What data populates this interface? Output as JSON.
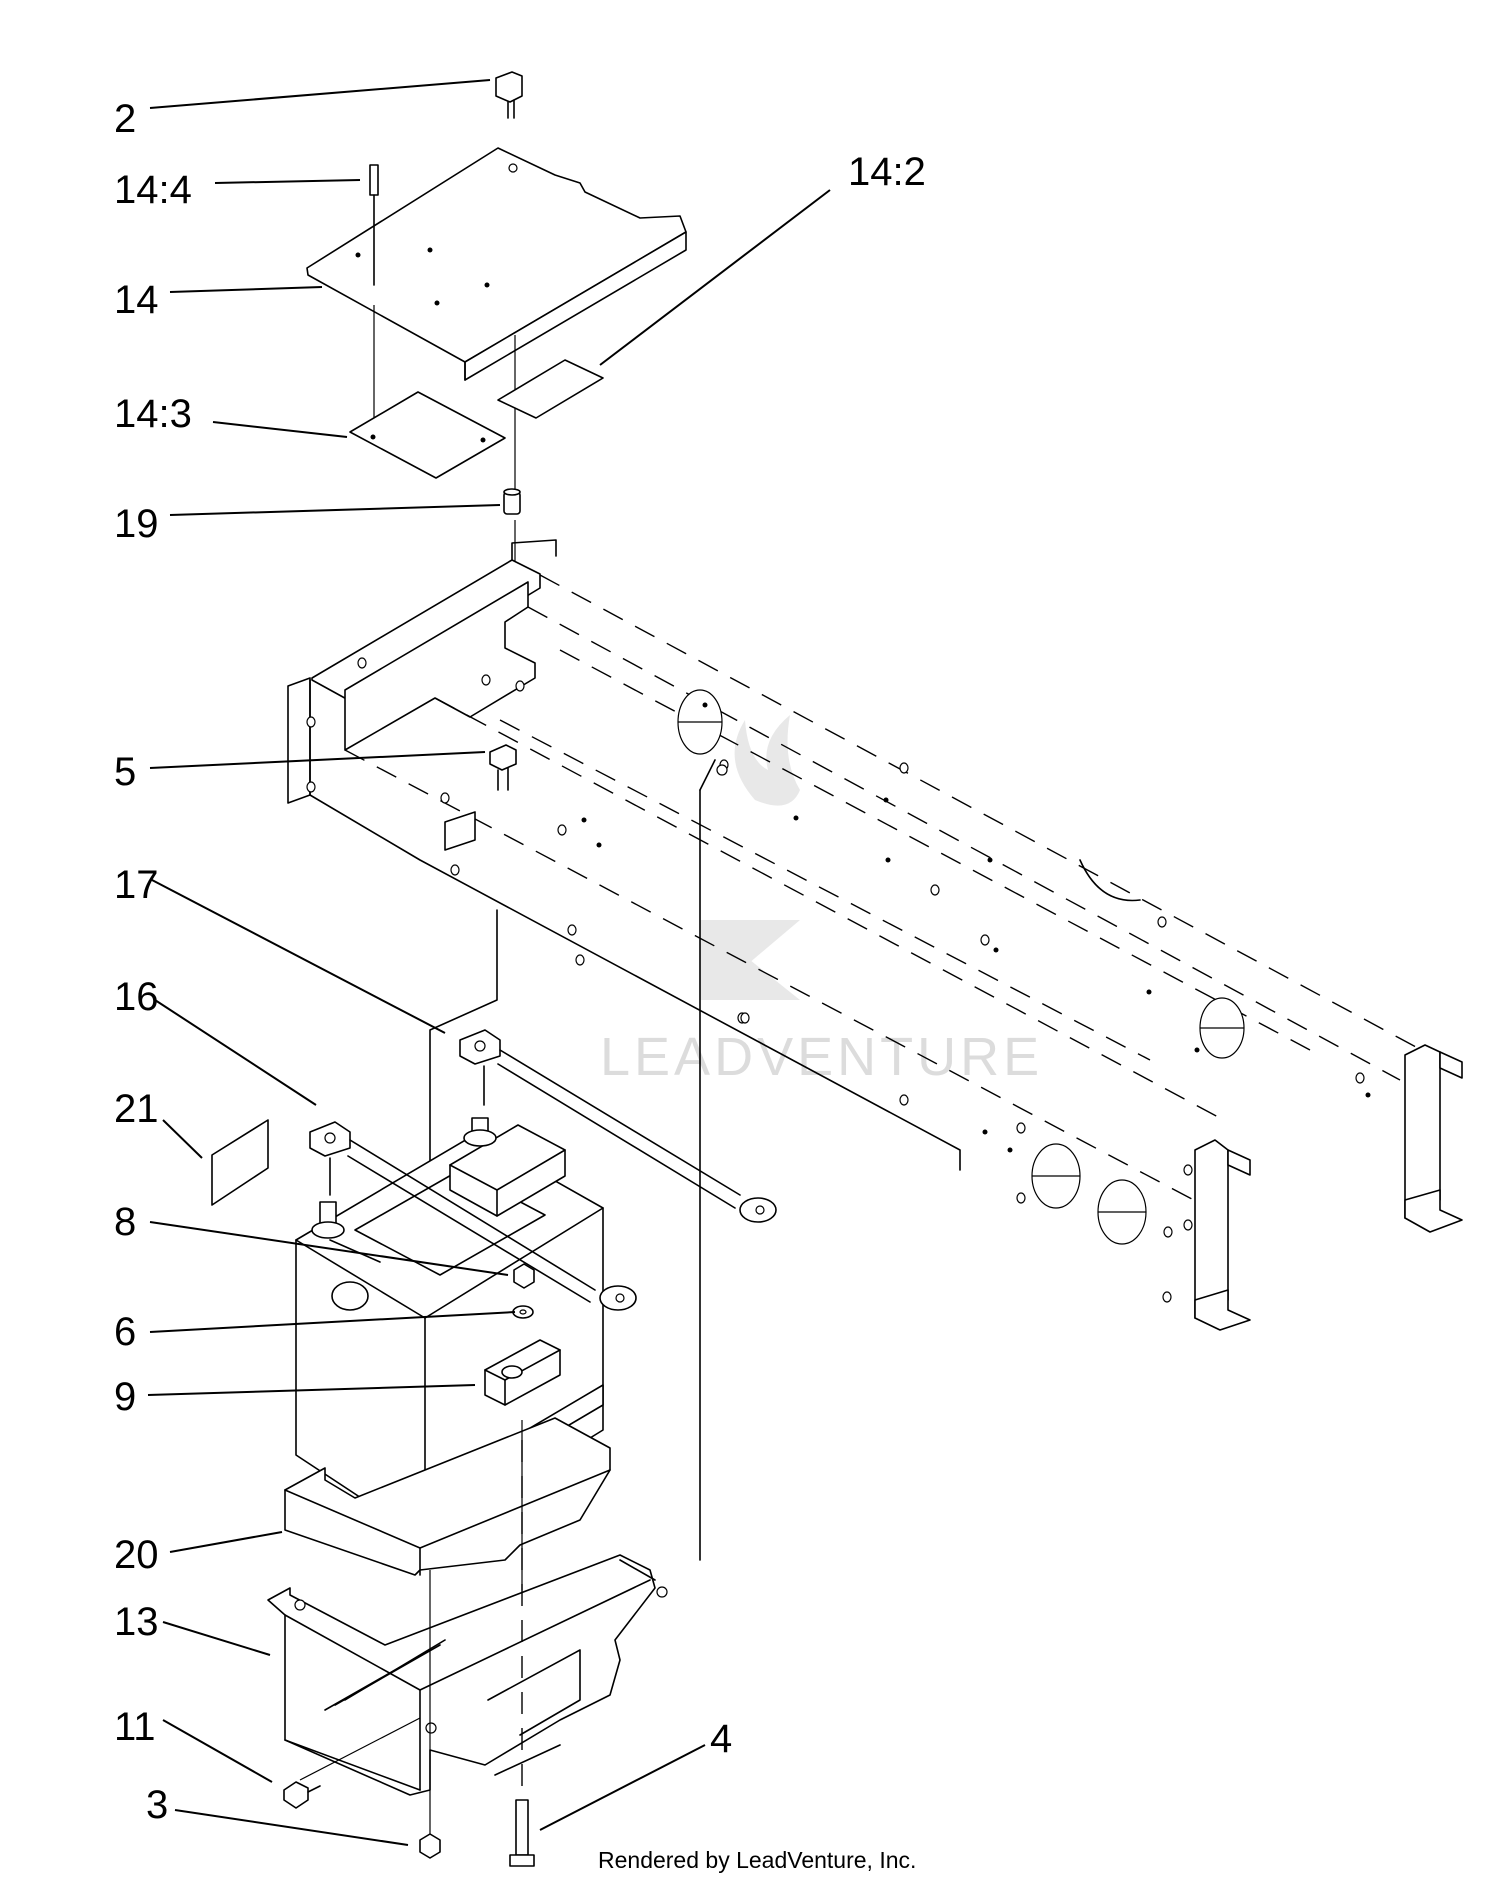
{
  "callouts": {
    "c2": "2",
    "c14_4": "14:4",
    "c14_2": "14:2",
    "c14": "14",
    "c14_3": "14:3",
    "c19": "19",
    "c5": "5",
    "c17": "17",
    "c16": "16",
    "c21": "21",
    "c8": "8",
    "c6": "6",
    "c9": "9",
    "c20": "20",
    "c13": "13",
    "c11": "11",
    "c3": "3",
    "c4": "4"
  },
  "watermark": "LEADVENTURE",
  "credit": "Rendered by LeadVenture, Inc."
}
